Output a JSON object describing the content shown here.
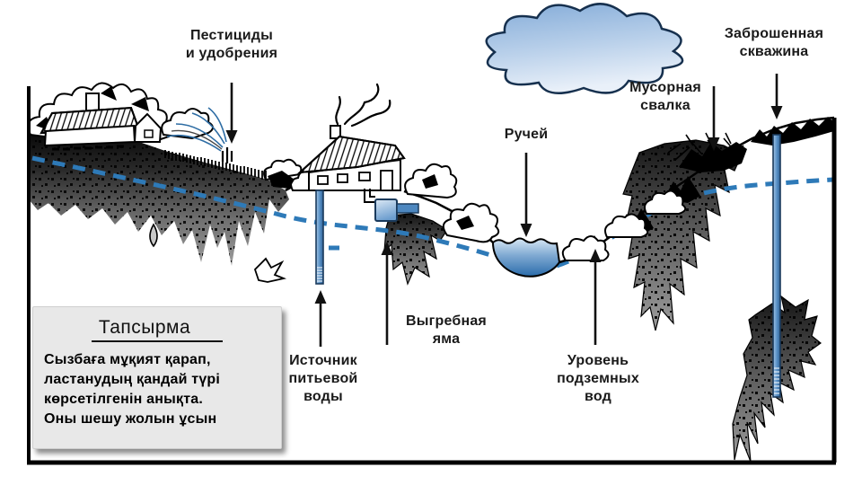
{
  "diagram": {
    "labels": {
      "pesticides": "Пестициды\nи удобрения",
      "stream": "Ручей",
      "garbage_dump": "Мусорная\nсвалка",
      "abandoned_well": "Заброшенная\nскважина",
      "cesspool": "Выгребная\nяма",
      "drinking_water_source": "Источник\nпитьевой\nводы",
      "groundwater_level": "Уровень\nподземных\nвод"
    },
    "colors": {
      "groundwater_line": "#2e7ab8",
      "cloud_fill": "#9dbfe4",
      "pond_fill": "#2a6cab",
      "plume_dark": "#1b1b1b",
      "task_box_bg": "#e8e8e8"
    }
  },
  "task_box": {
    "title": "Тапсырма",
    "body": "Сызбаға мұқият қарап,\nластанудың қандай түрі\nкөрсетілгенін анықта.\nОны шешу жолын ұсын"
  }
}
